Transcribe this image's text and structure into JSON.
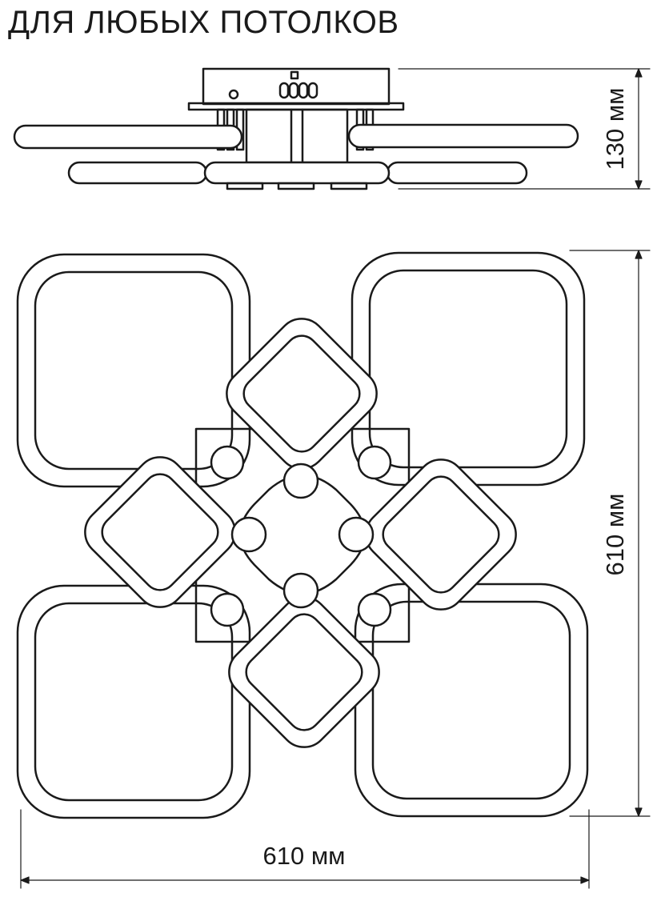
{
  "title": "ДЛЯ ЛЮБЫХ ПОТОЛКОВ",
  "dimensions": {
    "height_label": "130 мм",
    "vertical_label": "610 мм",
    "horizontal_label": "610 мм"
  },
  "colors": {
    "line": "#1a1a1a",
    "background": "#ffffff"
  }
}
